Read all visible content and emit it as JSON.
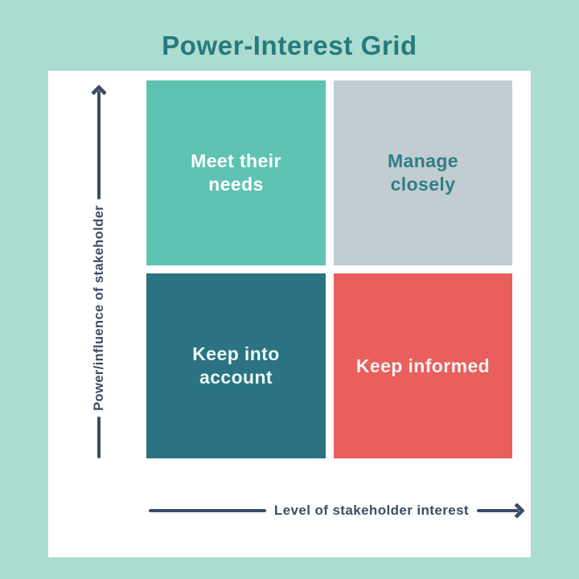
{
  "title": "Power-Interest Grid",
  "colors": {
    "background": "#abdcd2",
    "card": "#ffffff",
    "title_text": "#26797c",
    "axis": "#3b4e66"
  },
  "axes": {
    "y_label": "Power/influence of stakeholder",
    "x_label": "Level of stakeholder interest"
  },
  "quadrants": [
    {
      "name": "meet-their-needs",
      "lines": [
        "Meet their",
        "needs"
      ],
      "bg": "#5fc3b2",
      "text_color": "#ffffff"
    },
    {
      "name": "manage-closely",
      "lines": [
        "Manage",
        "closely"
      ],
      "bg": "#c1cdd0",
      "text_color": "#2f7e86"
    },
    {
      "name": "keep-into-account",
      "lines": [
        "Keep into",
        "account"
      ],
      "bg": "#2b7383",
      "text_color": "#eafaf7"
    },
    {
      "name": "keep-informed",
      "lines": [
        "Keep informed"
      ],
      "bg": "#e85f5e",
      "text_color": "#fcf3f1"
    }
  ]
}
